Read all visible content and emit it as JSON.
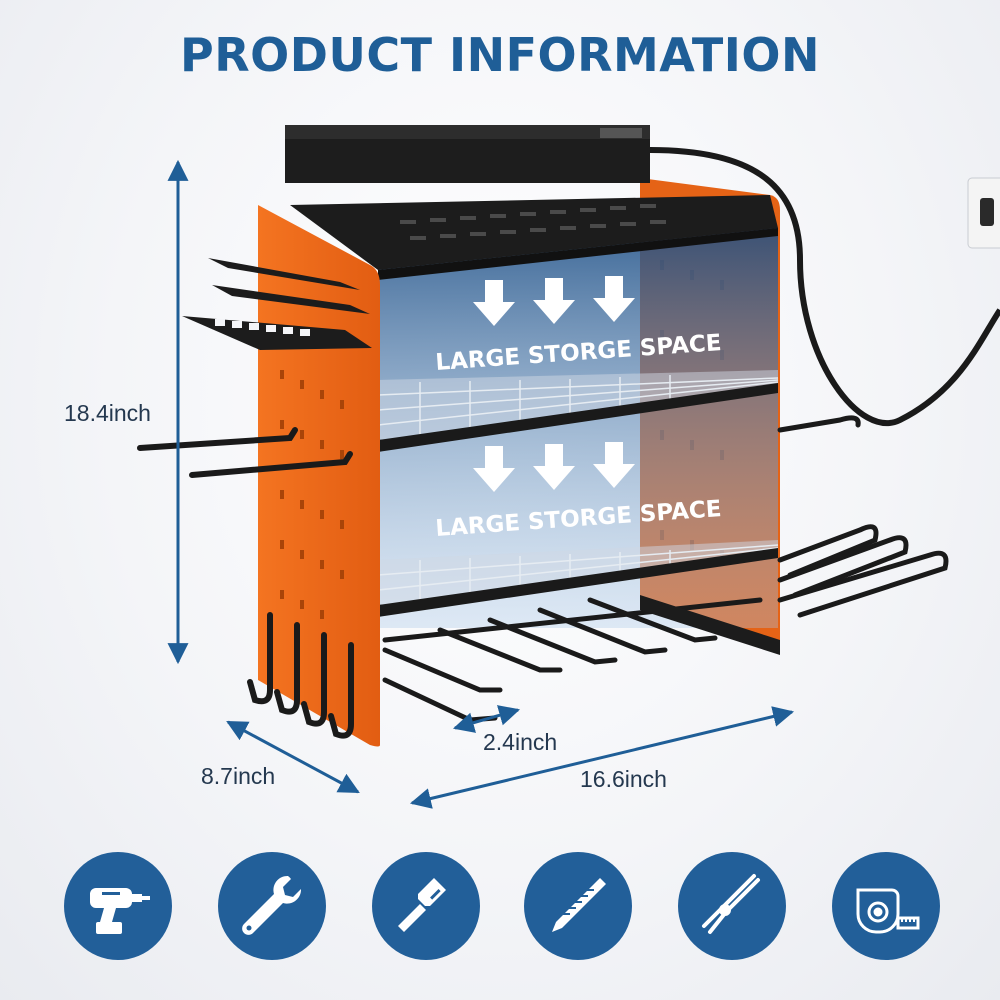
{
  "header": {
    "title": "PRODUCT INFORMATION"
  },
  "product": {
    "storage_labels": [
      "LARGE STORGE SPACE",
      "LARGE STORGE SPACE"
    ]
  },
  "dimensions": {
    "height": "18.4inch",
    "depth": "8.7inch",
    "width": "16.6inch",
    "slot_gap": "2.4inch"
  },
  "colors": {
    "title_blue": "#1f5e97",
    "icon_circle": "#225f99",
    "rack_orange": "#f26a1b",
    "rack_black": "#1c1c1c",
    "arrow_blue": "#2c5a8a"
  },
  "feature_icons": [
    "drill-icon",
    "wrench-icon",
    "screwdriver-icon",
    "drill-bit-icon",
    "pliers-icon",
    "tape-measure-icon"
  ]
}
